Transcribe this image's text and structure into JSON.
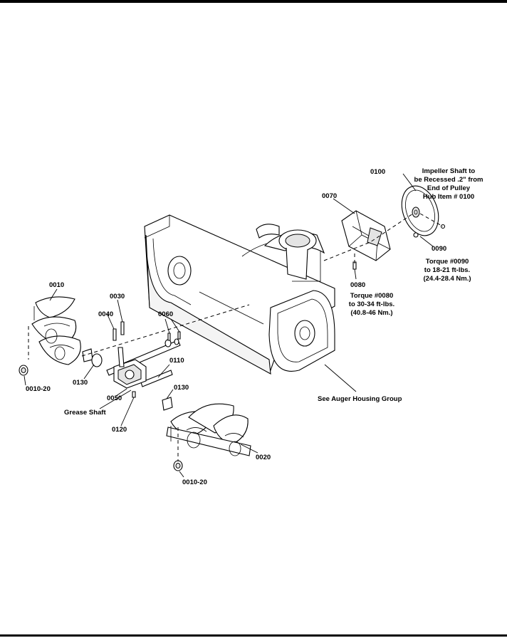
{
  "callouts": {
    "c0100": "0100",
    "c0070": "0070",
    "c0090": "0090",
    "c0080": "0080",
    "c0010_top": "0010",
    "c0030": "0030",
    "c0040": "0040",
    "c0060": "0060",
    "c0110": "0110",
    "c0130_left": "0130",
    "c0050": "0050",
    "c0130_right": "0130",
    "c0120": "0120",
    "c0020": "0020",
    "c0010_20_left": "0010-20",
    "c0010_20_bottom": "0010-20"
  },
  "notes": {
    "impeller": [
      "Impeller Shaft to",
      "be Recessed .2\" from",
      "End of Pulley",
      "Hub Item # 0100"
    ],
    "torque_0090": [
      "Torque #0090",
      "to 18-21 ft-lbs.",
      "(24.4-28.4 Nm.)"
    ],
    "torque_0080": [
      "Torque #0080",
      "to 30-34 ft-lbs.",
      "(40.8-46 Nm.)"
    ],
    "auger_housing": "See Auger Housing Group",
    "grease_shaft": "Grease Shaft"
  }
}
